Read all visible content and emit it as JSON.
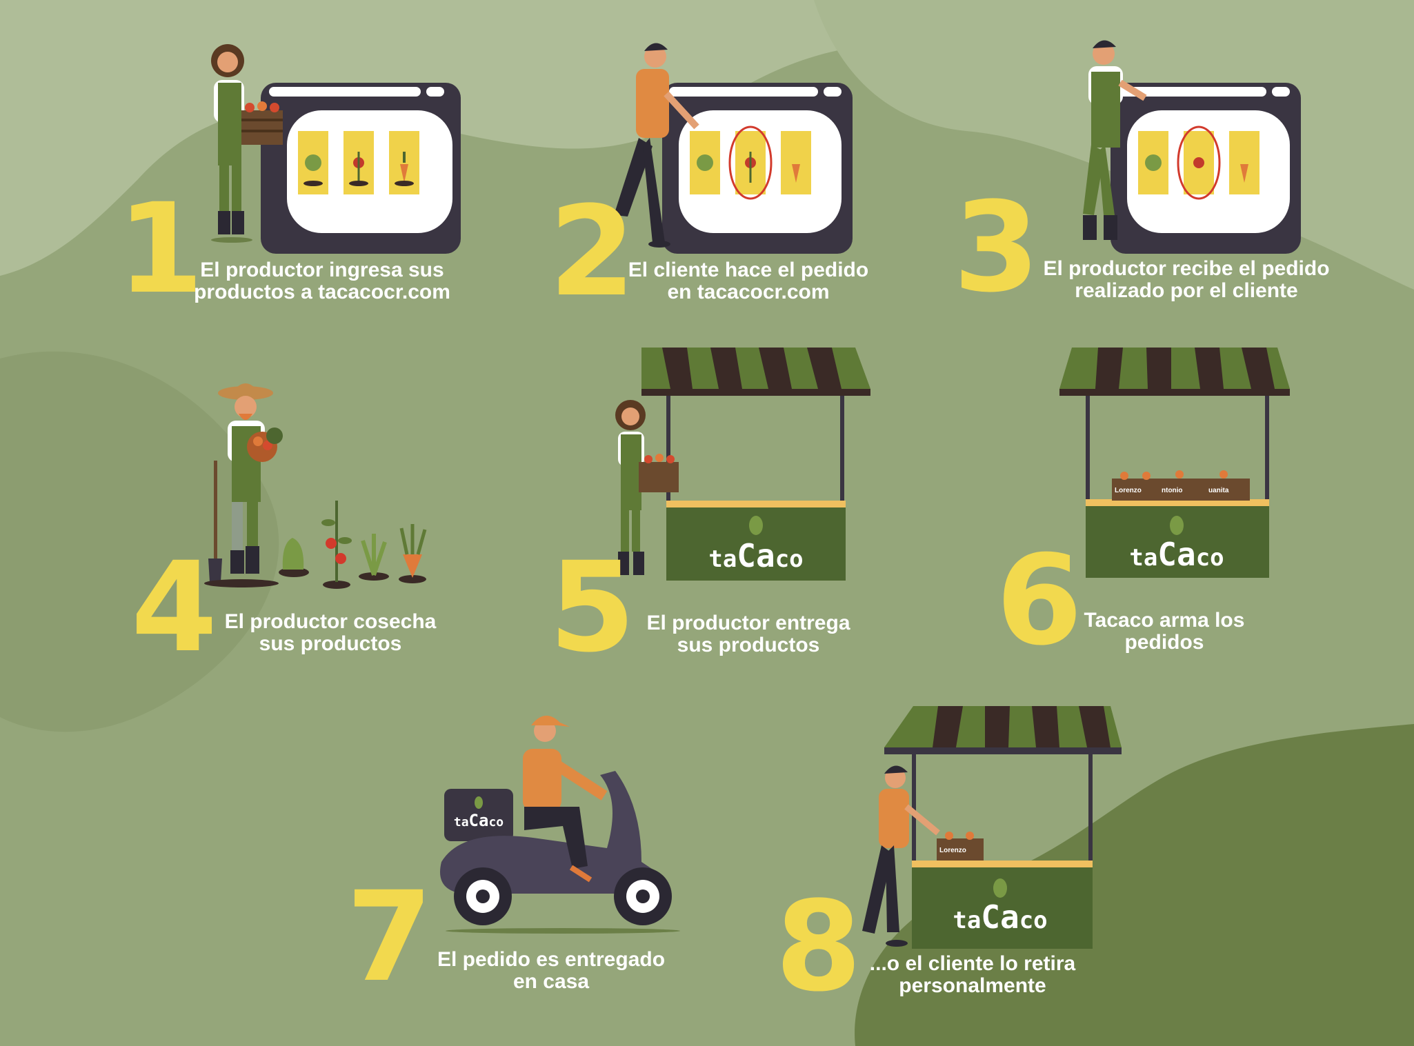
{
  "colors": {
    "background": "#95a67a",
    "blob_light": "#afbd98",
    "blob_dark": "#6b7f47",
    "number": "#f2d94e",
    "caption": "#ffffff",
    "awning_green": "#5f7a36",
    "awning_brown": "#3a2a26",
    "stall_green": "#4d6630",
    "device_frame": "#3a3542",
    "product_card": "#f0d24a",
    "skin": "#e3a074",
    "orange_shirt": "#e08a42",
    "dark_pants": "#2b2833"
  },
  "brand": {
    "prefix": "ta",
    "middle": "Ca",
    "suffix": "co"
  },
  "steps": [
    {
      "number": "1",
      "line1": "El productor ingresa sus",
      "line2": "productos a tacacocr.com"
    },
    {
      "number": "2",
      "line1": "El cliente hace el pedido",
      "line2": "en tacacocr.com"
    },
    {
      "number": "3",
      "line1": "El productor recibe el pedido",
      "line2": "realizado por el cliente"
    },
    {
      "number": "4",
      "line1": "El productor cosecha",
      "line2": "sus productos"
    },
    {
      "number": "5",
      "line1": "El productor entrega",
      "line2": "sus productos"
    },
    {
      "number": "6",
      "line1": "Tacaco arma los",
      "line2": "pedidos"
    },
    {
      "number": "7",
      "line1": "El pedido es entregado",
      "line2": "en casa"
    },
    {
      "number": "8",
      "line1": "...o el cliente lo retira",
      "line2": "personalmente"
    }
  ],
  "crate_labels": [
    "Lorenzo",
    "ntonio",
    "uanita"
  ],
  "pickup_crate_label": "Lorenzo",
  "icons": [
    "search-icon",
    "grid-icon",
    "menu-icon",
    "cart-icon",
    "more-dots-icon",
    "leaf-logo-icon"
  ]
}
